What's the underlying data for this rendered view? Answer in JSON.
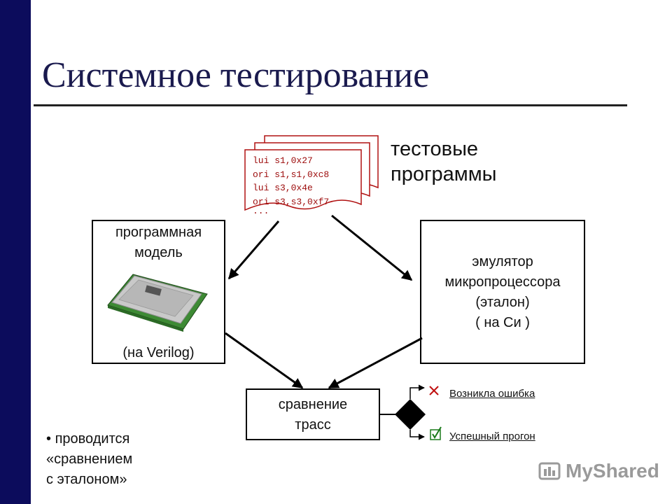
{
  "slide": {
    "title": "Системное тестирование"
  },
  "test_programs": {
    "label_line1": "тестовые",
    "label_line2": "программы",
    "code_lines": [
      "lui s1,0x27",
      "ori s1,s1,0xc8",
      "lui s3,0x4e",
      "ori s3,s3,0xf7",
      "..."
    ]
  },
  "model_box": {
    "top_line1": "программная",
    "top_line2": "модель",
    "bottom": "(на Verilog)"
  },
  "emulator_box": {
    "line1": "эмулятор",
    "line2": "микропроцессора",
    "line3": "(эталон)",
    "line4": "( на Си )"
  },
  "compare_box": {
    "line1": "сравнение",
    "line2": "трасс"
  },
  "outcomes": {
    "error": "Возникла ошибка",
    "success": "Успешный прогон"
  },
  "bullet": {
    "line1": "проводится",
    "line2": "«сравнением",
    "line3": "с эталоном»"
  },
  "watermark": {
    "text": "MyShared"
  },
  "colors": {
    "sidebar": "#0c0c5c",
    "title": "#1a1a4e",
    "code": "#9c0a0a",
    "page_border": "#b01010",
    "error_mark": "#c01010",
    "success_mark": "#1a7a1a"
  }
}
